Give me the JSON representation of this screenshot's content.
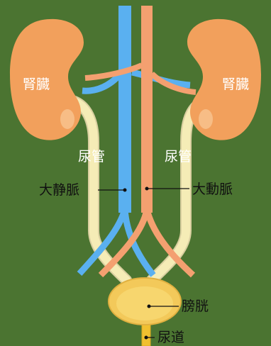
{
  "labels": {
    "kidney_left": "腎臓",
    "kidney_right": "腎臓",
    "ureter_left": "尿管",
    "ureter_right": "尿管",
    "vena_cava": "大静脈",
    "aorta": "大動脈",
    "bladder": "膀胱",
    "urethra": "尿道"
  },
  "colors": {
    "background": "#4b7431",
    "kidney": "#f2a05c",
    "kidney_highlight": "#f7bd86",
    "ureter": "#f5ecb6",
    "vein": "#5ab0f0",
    "artery": "#f4a070",
    "bladder": "#f3c95a",
    "bladder_outline": "#e0b040",
    "urethra": "#f0c030"
  }
}
